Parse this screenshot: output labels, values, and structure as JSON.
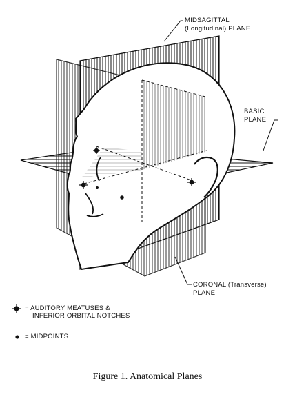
{
  "figure": {
    "labels": {
      "midsagittal_line1": "MIDSAGITTAL",
      "midsagittal_line2": "(Longitudinal) PLANE",
      "basic_line1": "BASIC",
      "basic_line2": "PLANE",
      "coronal_line1": "CORONAL (Transverse)",
      "coronal_line2": "PLANE"
    },
    "legend": {
      "item1_line1": "= AUDITORY MEATUSES &",
      "item1_line2": "INFERIOR ORBITAL NOTCHES",
      "item1_icon": "crosshair-dot-icon",
      "item2": "= MIDPOINTS",
      "item2_icon": "dot-icon"
    },
    "caption": "Figure 1.  Anatomical Planes",
    "colors": {
      "ink": "#111111",
      "background": "#ffffff"
    }
  }
}
